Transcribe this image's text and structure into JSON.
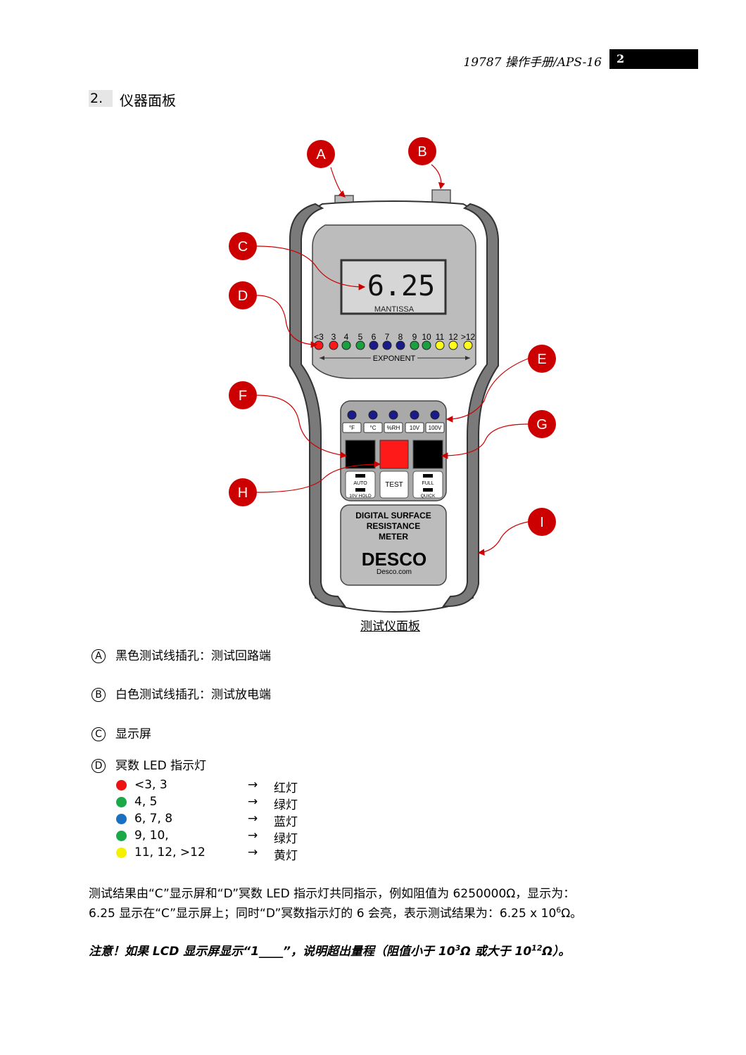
{
  "header": {
    "title": "19787 操作手册/APS-16",
    "page_number": "2"
  },
  "section": {
    "number": "2.",
    "title": "仪器面板"
  },
  "device": {
    "callouts": [
      "A",
      "B",
      "C",
      "D",
      "E",
      "F",
      "G",
      "H",
      "I"
    ],
    "display_value": "6.25",
    "display_label": "MANTISSA",
    "exponent_labels": [
      "<3",
      "3",
      "4",
      "5",
      "6",
      "7",
      "8",
      "9",
      "10",
      "11",
      "12",
      ">12"
    ],
    "exponent_led_colors": [
      "#ff1a1a",
      "#ff1a1a",
      "#1aa040",
      "#1aa040",
      "#1a1a8a",
      "#1a1a8a",
      "#1a1a8a",
      "#1aa040",
      "#1aa040",
      "#ffff1a",
      "#ffff1a",
      "#ffff1a"
    ],
    "exponent_caption": "EXPONENT",
    "mode_labels": [
      "°F",
      "°C",
      "%RH",
      "10V",
      "100V"
    ],
    "button_auto_top": "AUTO",
    "button_auto_bottom": "10V HOLD",
    "button_test": "TEST",
    "button_full_top": "FULL",
    "button_full_bottom": "QUICK",
    "product_name_lines": [
      "DIGITAL SURFACE",
      "RESISTANCE",
      "METER"
    ],
    "brand": "DESCO",
    "website": "Desco.com",
    "callout_color": "#cc0000"
  },
  "figure_caption": "测试仪面板",
  "items": [
    {
      "letter": "A",
      "text": "黑色测试线插孔：测试回路端"
    },
    {
      "letter": "B",
      "text": "白色测试线插孔：测试放电端"
    },
    {
      "letter": "C",
      "text": "显示屏"
    },
    {
      "letter": "D",
      "text": "冥数 LED 指示灯"
    }
  ],
  "led_legend": [
    {
      "color": "#ee1111",
      "values": "<3, 3",
      "arrow": "→",
      "name": "红灯"
    },
    {
      "color": "#1aa848",
      "values": "4, 5",
      "arrow": "→",
      "name": "绿灯"
    },
    {
      "color": "#1a70c0",
      "values": "6, 7, 8",
      "arrow": "→",
      "name": "蓝灯"
    },
    {
      "color": "#1aa848",
      "values": "9, 10,",
      "arrow": "→",
      "name": "绿灯"
    },
    {
      "color": "#f5f000",
      "values": "11, 12, >12",
      "arrow": "→",
      "name": "黄灯"
    }
  ],
  "paragraph": {
    "line1": "测试结果由“C”显示屏和“D”冥数 LED 指示灯共同指示，例如阻值为 6250000Ω，显示为：",
    "line2_a": "6.25 显示在“C”显示屏上；同时“D”冥数指示灯的 6 会亮，表示测试结果为：6.25 x 10",
    "line2_sup": "6",
    "line2_b": "Ω。"
  },
  "note": {
    "a": "注意！如果 LCD 显示屏显示“1____”，说明超出量程（阻值小于 10",
    "sup1": "3",
    "b": "Ω 或大于 10",
    "sup2": "12",
    "c": "Ω）。"
  }
}
